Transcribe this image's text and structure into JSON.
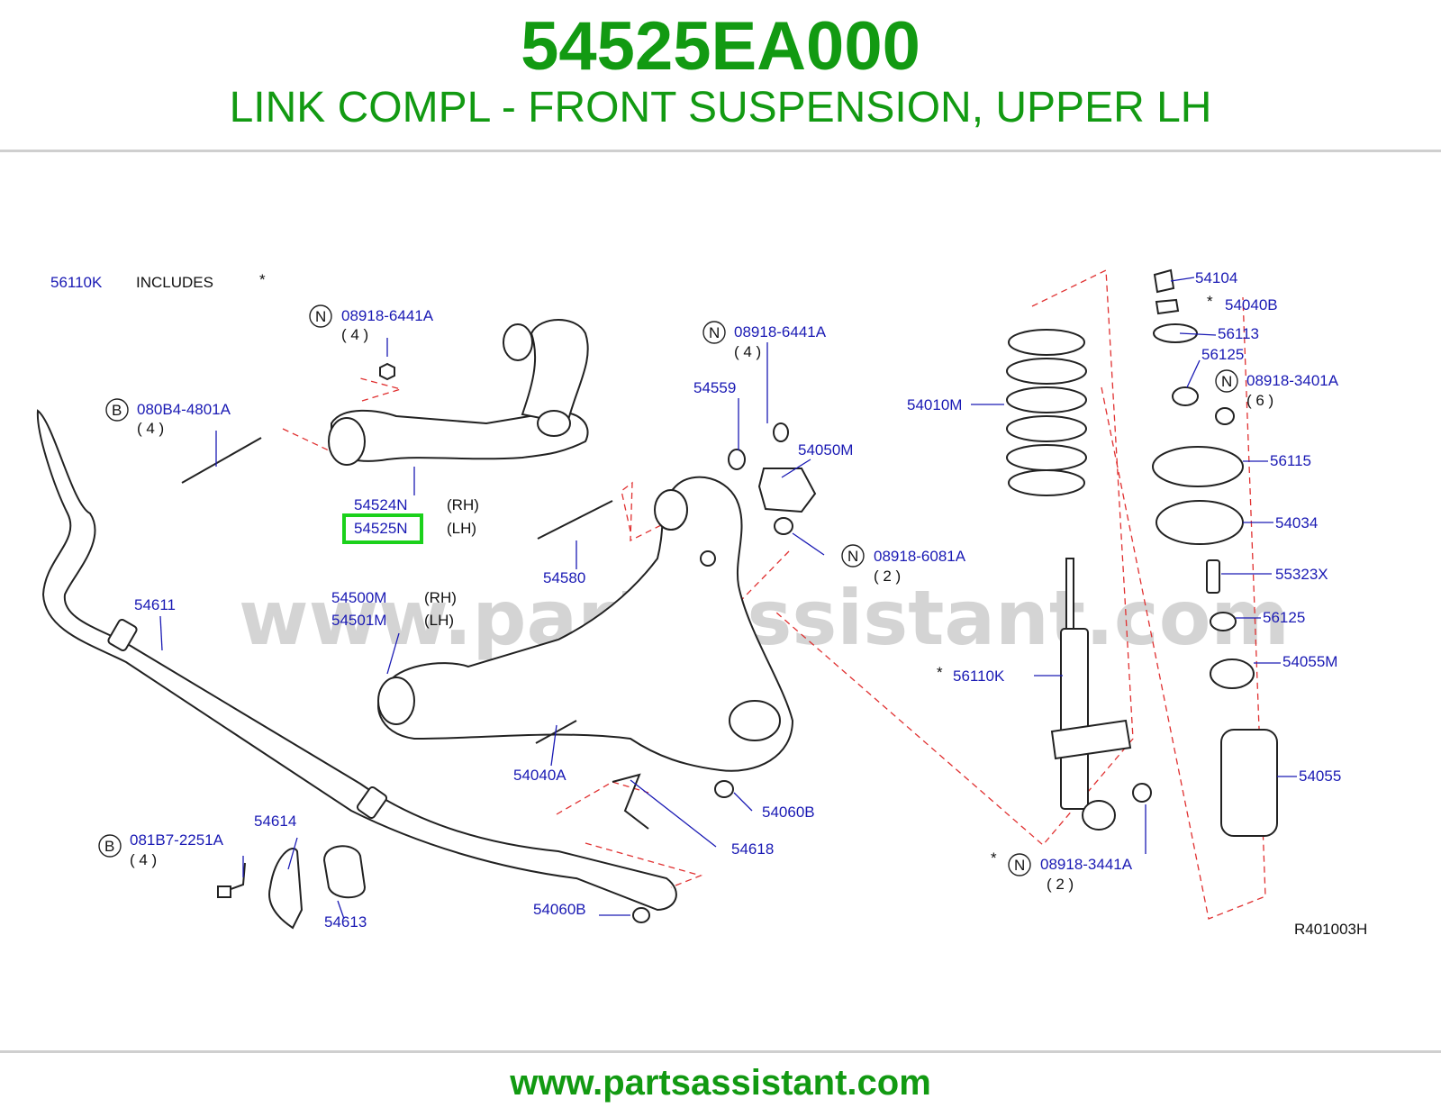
{
  "header": {
    "part_number": "54525EA000",
    "description": "LINK COMPL - FRONT SUSPENSION, UPPER LH"
  },
  "watermark": "www.partsassistant.com",
  "footer": {
    "url": "www.partsassistant.com"
  },
  "diagram_code": "R401003H",
  "colors": {
    "brand_green": "#129a12",
    "label_blue": "#1a1ab4",
    "highlight": "#1bd11b",
    "dash_red": "#e03030"
  },
  "labels": {
    "kit": "56110K",
    "includes": "INCLUDES",
    "star": "*",
    "nut_08918_6441A_left": "08918-6441A",
    "qty4_a": "( 4 )",
    "bolt_080B4": "080B4-4801A",
    "qty4_b": "( 4 )",
    "p54524N": "54524N",
    "rh_a": "(RH)",
    "p54525N": "54525N",
    "lh_a": "(LH)",
    "nut_08918_6441A_right": "08918-6441A",
    "qty4_c": "( 4 )",
    "p54559": "54559",
    "p54050M": "54050M",
    "p54580": "54580",
    "nut_08918_6081A": "08918-6081A",
    "qty2_a": "( 2 )",
    "p54611": "54611",
    "p54500M": "54500M",
    "rh_b": "(RH)",
    "p54501M": "54501M",
    "lh_b": "(LH)",
    "p54040A": "54040A",
    "p54060B_a": "54060B",
    "p54618": "54618",
    "p54614": "54614",
    "bolt_081B7": "081B7-2251A",
    "qty4_d": "( 4 )",
    "p54613": "54613",
    "p54060B_b": "54060B",
    "p54010M": "54010M",
    "p56110K_b": "56110K",
    "nut_08918_3441A": "08918-3441A",
    "qty2_b": "( 2 )",
    "p54104": "54104",
    "p54040B": "54040B",
    "p56113": "56113",
    "p56125_a": "56125",
    "nut_08918_3401A": "08918-3401A",
    "qty6": "( 6 )",
    "p56115": "56115",
    "p54034": "54034",
    "p55323X": "55323X",
    "p56125_b": "56125",
    "p54055M": "54055M",
    "p54055": "54055",
    "mark_n": "N",
    "mark_b": "B"
  }
}
